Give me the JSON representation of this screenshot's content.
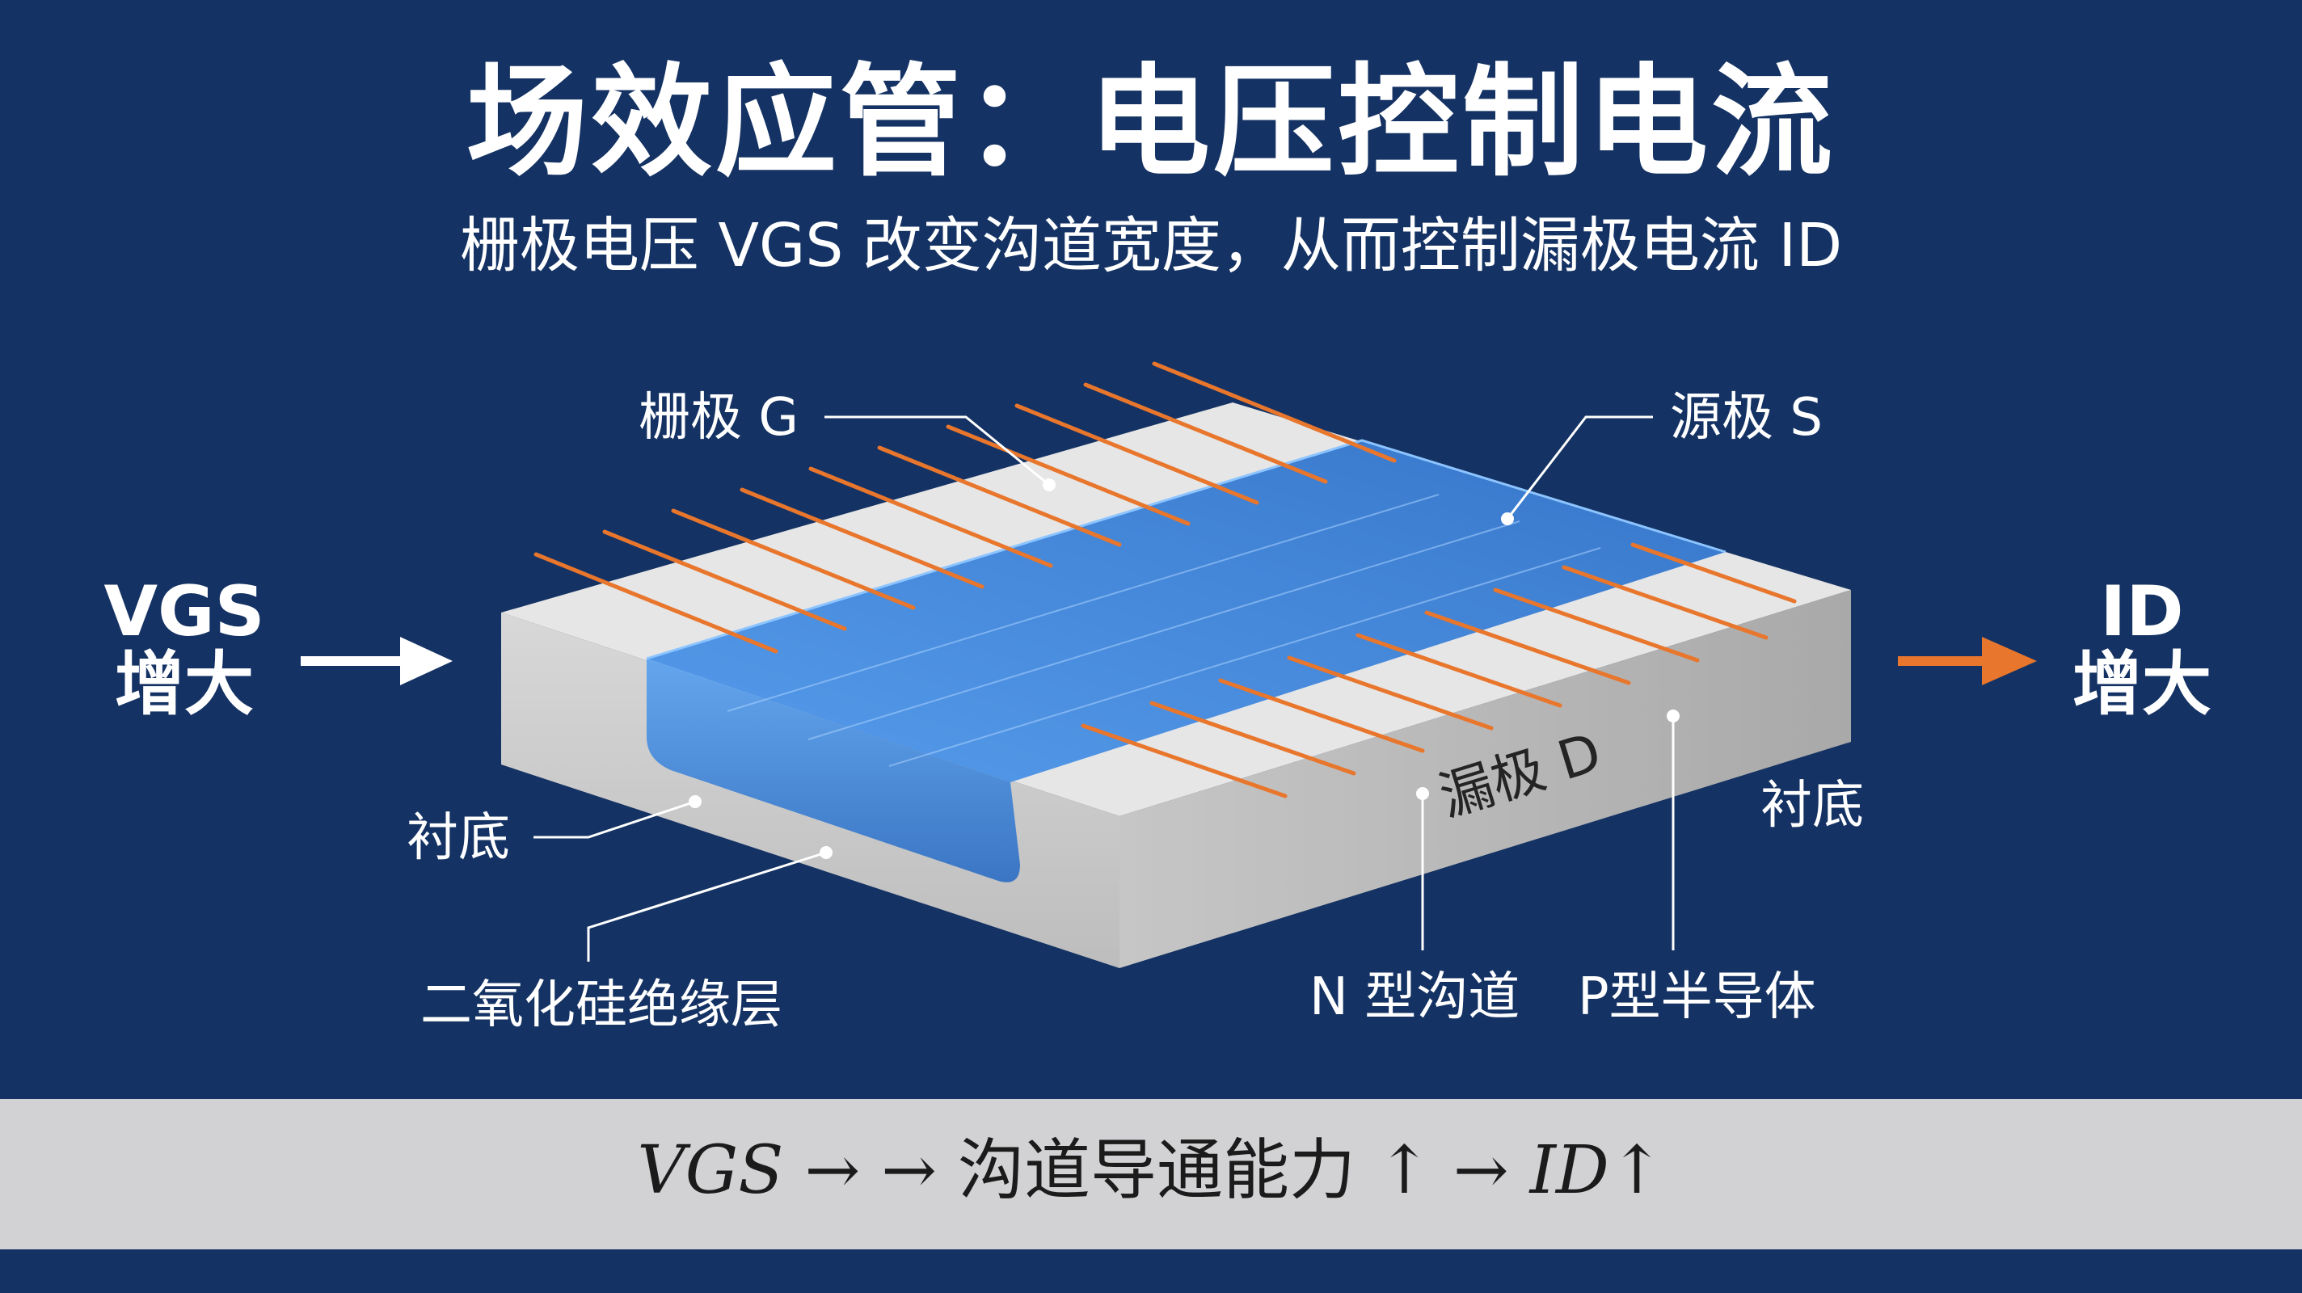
{
  "title": "场效应管：电压控制电流",
  "subtitle": "栅极电压 VGS 改变沟道宽度，从而控制漏极电流 ID",
  "left_side": {
    "line1": "VGS",
    "line2": "增大"
  },
  "right_side": {
    "line1": "ID",
    "line2": "增大"
  },
  "labels": {
    "gate": "栅极 G",
    "source": "源极 S",
    "drain": "漏极 D",
    "substrate_left": "衬底",
    "substrate_right": "衬底",
    "oxide": "二氧化硅绝缘层",
    "n_channel": "N 型沟道",
    "p_semiconductor": "P型半导体"
  },
  "formula": {
    "vgs": "VGS",
    "arrow1": " → → ",
    "text": "沟道导通能力",
    "up1": " ↑ → ",
    "id": "ID",
    "up2": "↑"
  },
  "colors": {
    "background": "#143263",
    "channel": "#4a90e2",
    "stripe": "#e8762c",
    "substrate_top": "#e6e6e6",
    "substrate_side": "#b0b0b0",
    "formula_band": "#d2d2d4"
  }
}
